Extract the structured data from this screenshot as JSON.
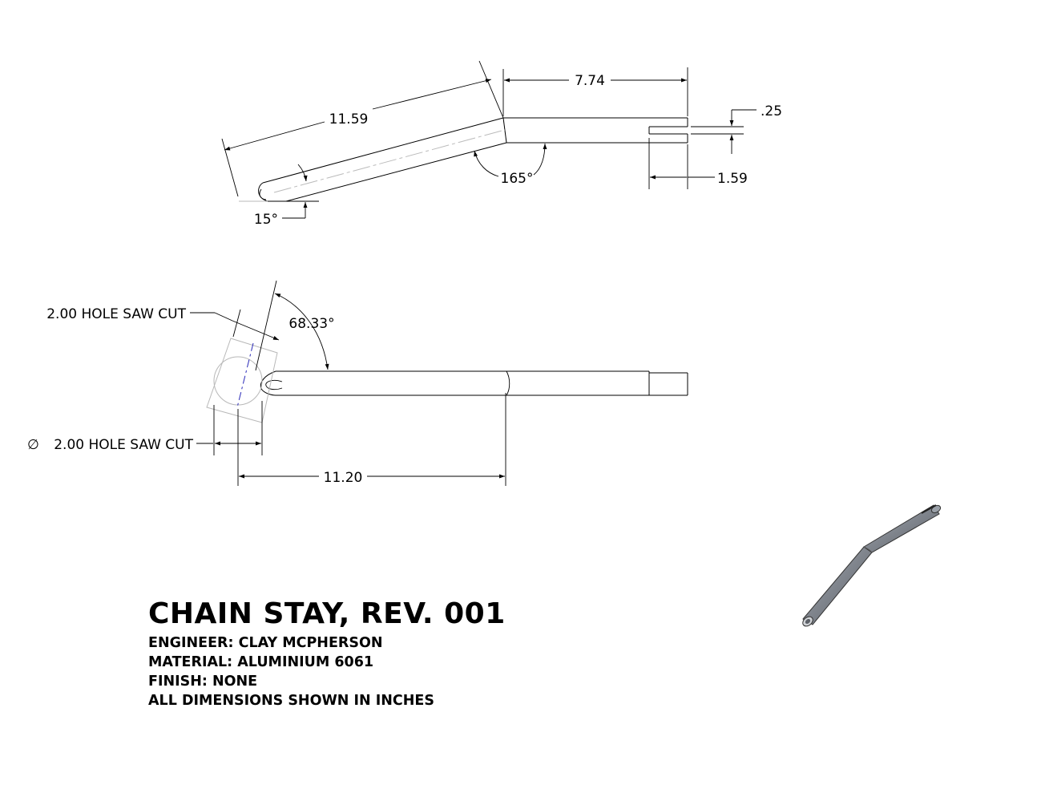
{
  "top_view": {
    "dim_length_angled": "11.59",
    "dim_length_straight": "7.74",
    "dim_slot_width": ".25",
    "dim_slot_length": "1.59",
    "angle_bend": "165°",
    "angle_end": "15°"
  },
  "side_view": {
    "note_saw_cut": "2.00 HOLE SAW CUT",
    "note_saw_cut_diameter": "2.00 HOLE SAW CUT",
    "diameter_symbol": "∅",
    "angle_cut": "68.33°",
    "dim_length": "11.20"
  },
  "title_block": {
    "title": "CHAIN STAY, REV. 001",
    "engineer": "ENGINEER: CLAY MCPHERSON",
    "material": "MATERIAL: ALUMINIUM 6061",
    "finish": "FINISH: NONE",
    "units": "ALL DIMENSIONS SHOWN IN INCHES"
  },
  "colors": {
    "line": "#000000",
    "construction": "#b8b8b8",
    "centerline_blue": "#2a2ab8",
    "model_gray": "#8a8e96"
  }
}
